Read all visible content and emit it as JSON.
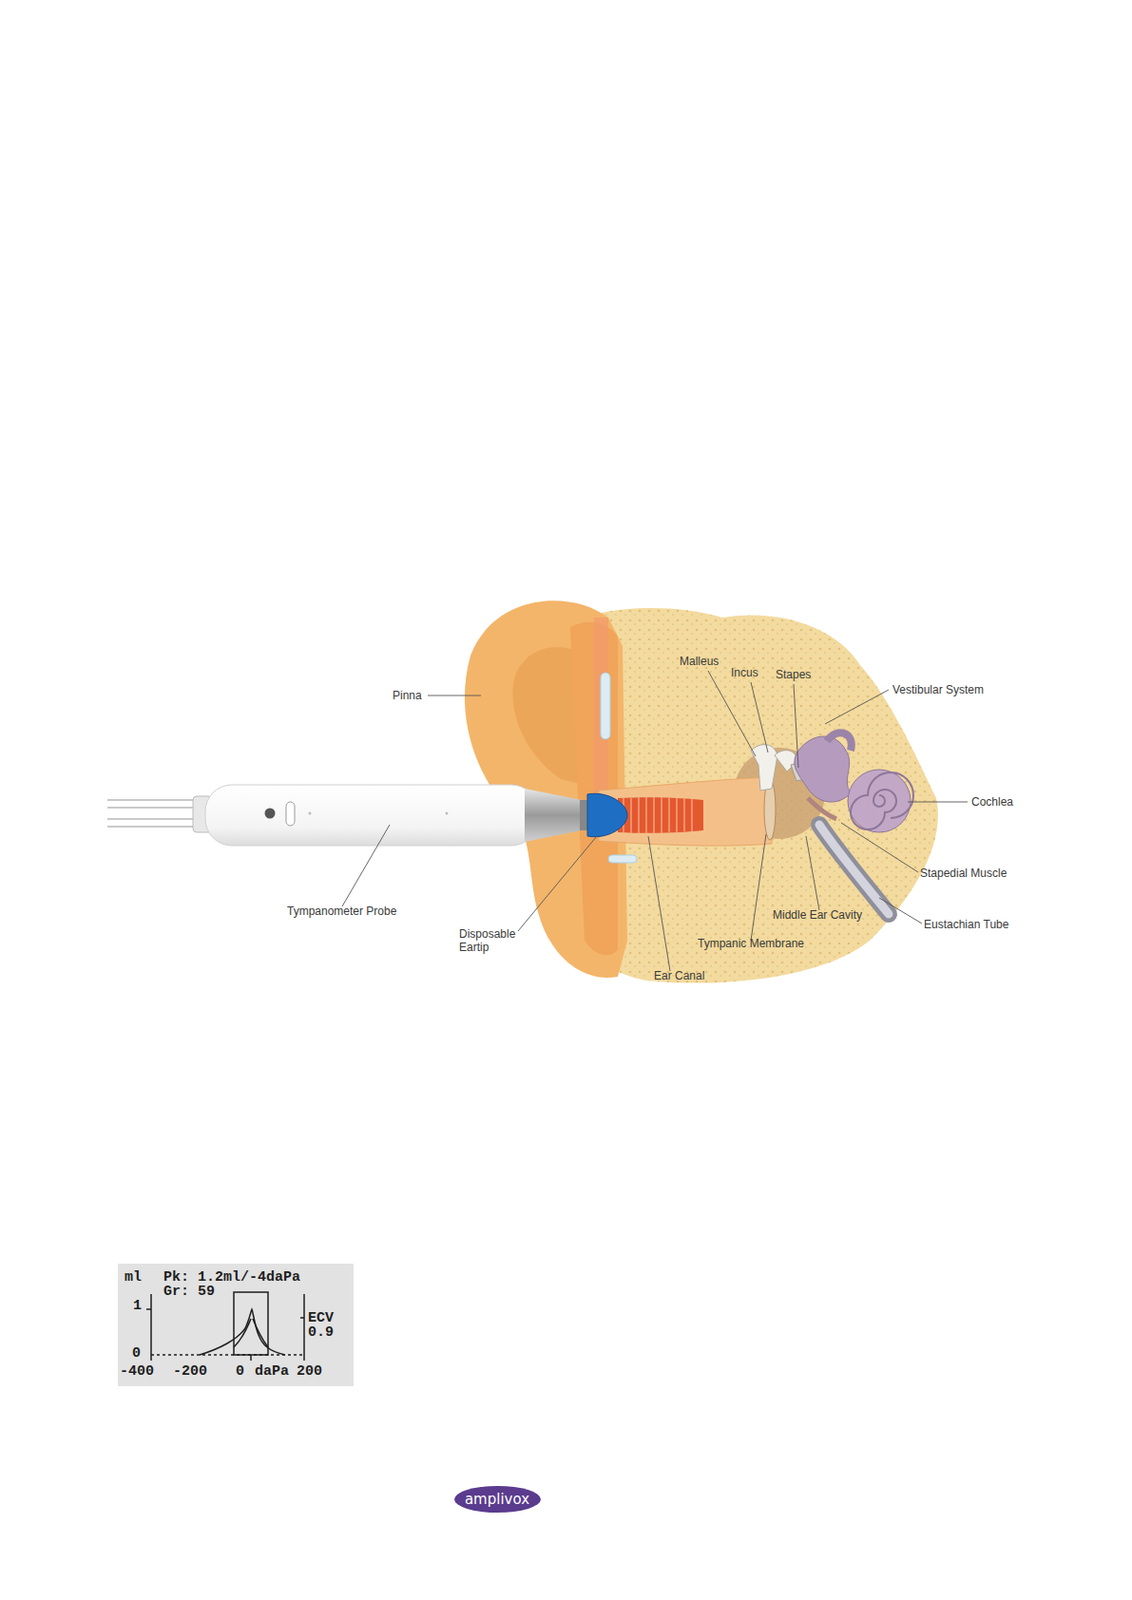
{
  "diagram": {
    "nodes": [
      {
        "text": [
          "amplivox"
        ]
      }
    ],
    "labels": [
      "Pinna",
      "Malleus",
      "Incus",
      "Stapes",
      "Vestibular System",
      "Cochlea",
      "Stapedial Muscle",
      "Middle Ear Cavity",
      "Eustachian Tube",
      "Tympanic Membrane",
      "Ear Canal",
      "Disposable Eartip",
      "Tympanometer Probe",
      "ml",
      "Pk: 1.2ml/-4daPa",
      "Gr: 59",
      "1",
      "ECV",
      "0.9",
      "0",
      "-400",
      "-200",
      "0",
      "daPa",
      "200"
    ]
  }
}
